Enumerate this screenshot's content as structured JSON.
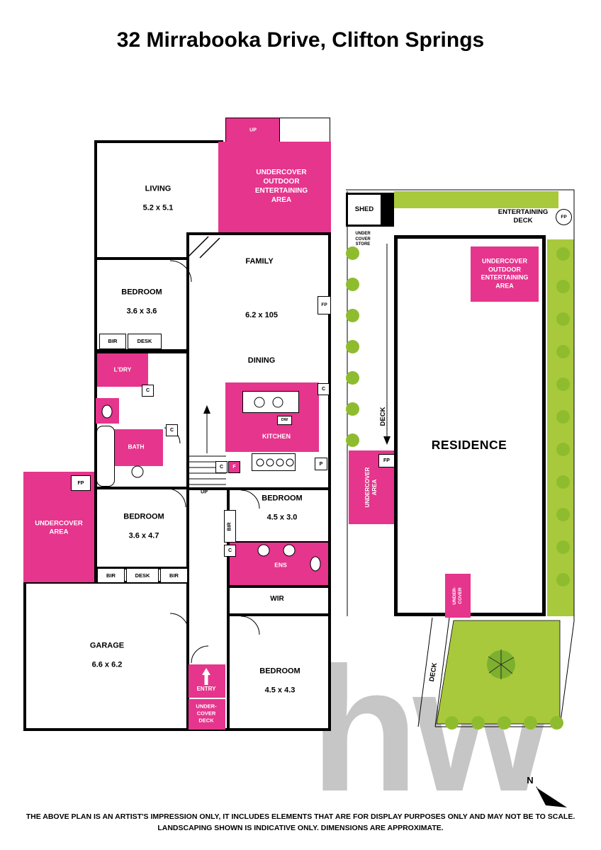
{
  "colors": {
    "pink": "#E5358D",
    "green": "#A8C93C",
    "bush": "#8FBC2F",
    "tree": "#7CB02D",
    "wall": "#000000",
    "watermark": "#C6C6C6"
  },
  "header": {
    "title": "32 Mirrabooka Drive, Clifton Springs"
  },
  "floorplan": {
    "living": {
      "name": "LIVING",
      "dims": "5.2 x 5.1"
    },
    "outdoor_area": "UNDERCOVER\nOUTDOOR\nENTERTAINING\nAREA",
    "up_top": "UP",
    "family": {
      "name": "FAMILY",
      "dims": "6.2 x 105"
    },
    "bedroom1": {
      "name": "BEDROOM",
      "dims": "3.6 x 3.6"
    },
    "dining": "DINING",
    "kitchen": "KITCHEN",
    "laundry": "L'DRY",
    "bath": "BATH",
    "undercover_area": "UNDERCOVER\nAREA",
    "bedroom2": {
      "name": "BEDROOM",
      "dims": "3.6 x 4.7"
    },
    "bedroom3": {
      "name": "BEDROOM",
      "dims": "4.5 x 3.0"
    },
    "ens": "ENS",
    "wir": "WIR",
    "garage": {
      "name": "GARAGE",
      "dims": "6.6 x 6.2"
    },
    "entry": "ENTRY",
    "undercover_deck": "UNDER-\nCOVER\nDECK",
    "bedroom4": {
      "name": "BEDROOM",
      "dims": "4.5 x 4.3"
    },
    "stairs_up": "UP",
    "tags": {
      "fp": "FP",
      "c": "C",
      "f": "F",
      "p": "P",
      "dw": "DW",
      "bir": "BIR",
      "desk": "DESK"
    }
  },
  "siteplan": {
    "shed": "SHED",
    "entertaining_deck": "ENTERTAINING\nDECK",
    "fp": "FP",
    "under_cover_store": "UNDER\nCOVER\nSTORE",
    "outdoor_area": "UNDERCOVER\nOUTDOOR\nENTERTAINING\nAREA",
    "deck_side": "DECK",
    "residence": "RESIDENCE",
    "undercover_area": "UNDERCOVER\nAREA",
    "under_cover": "UNDER-\nCOVER",
    "deck_bottom": "DECK"
  },
  "watermark": "hw",
  "compass": {
    "label": "N"
  },
  "footer": {
    "line1": "THE ABOVE PLAN IS AN ARTIST'S IMPRESSION ONLY, IT INCLUDES ELEMENTS THAT ARE FOR DISPLAY PURPOSES ONLY AND MAY NOT BE TO SCALE.",
    "line2": "LANDSCAPING SHOWN IS INDICATIVE ONLY. DIMENSIONS ARE APPROXIMATE."
  }
}
